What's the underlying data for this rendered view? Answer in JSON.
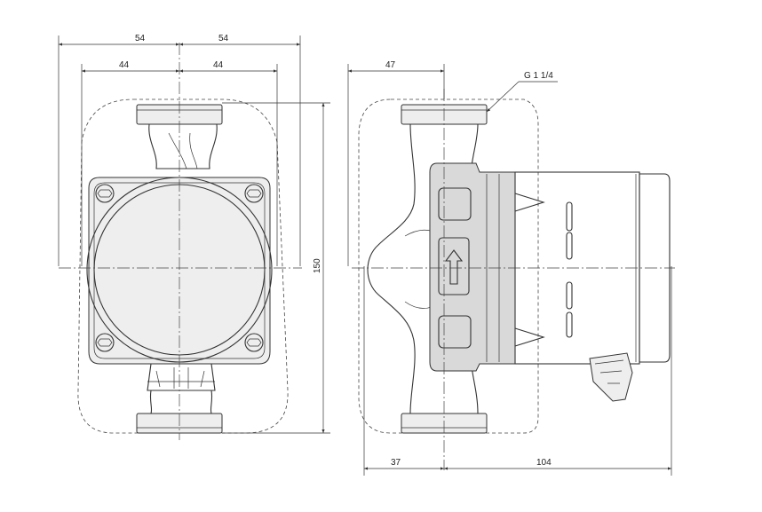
{
  "dimensions": {
    "front_half_outer_left": "54",
    "front_half_outer_right": "54",
    "front_half_inner_left": "44",
    "front_half_inner_right": "44",
    "front_height": "150",
    "side_top": "47",
    "side_bottom_left": "37",
    "side_bottom_right": "104"
  },
  "thread_label": "G 1 1/4"
}
